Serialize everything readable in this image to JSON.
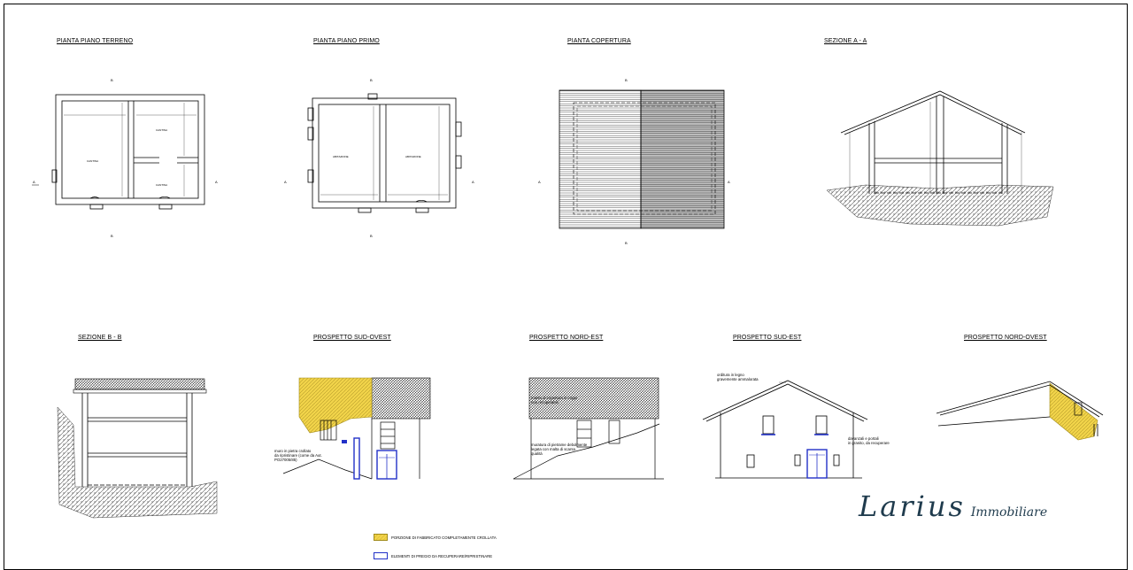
{
  "titles": {
    "ground_floor": "PIANTA PIANO TERRENO",
    "first_floor": "PIANTA PIANO PRIMO",
    "roof": "PIANTA COPERTURA",
    "section_aa": "SEZIONE A - A",
    "section_bb": "SEZIONE B - B",
    "elev_sw": "PROSPETTO SUD-OVEST",
    "elev_ne": "PROSPETTO NORD-EST",
    "elev_se": "PROSPETTO SUD-EST",
    "elev_nw": "PROSPETTO NORD-OVEST"
  },
  "rooms": {
    "cantina": "CANTINA",
    "abitazione": "ABITAZIONE"
  },
  "markers": {
    "a": "A",
    "b": "B"
  },
  "notes": {
    "sw_wall": [
      "muro in pietra crollato",
      "da ripristinare (come da Aut.",
      "PO27005/85)"
    ],
    "ne_roof": [
      "manto di copertura in coppi",
      "non recuperabili"
    ],
    "ne_wall": [
      "muratura di pietrame debolmente",
      "legata con malta di scarsa",
      "qualità"
    ],
    "se_roof": [
      "orditura in legno",
      "gravemente ammalorata"
    ],
    "se_door": [
      "davanzali e portali",
      "in granito, da recuperare"
    ]
  },
  "legend": [
    {
      "label": "PORZIONE DI FABBRICATO COMPLETAMENTE CROLLATA",
      "fill": "#f2d44a",
      "border": "#a08a1a"
    },
    {
      "label": "ELEMENTI DI PREGIO DA RECUPERARE/RIPRISTINARE",
      "fill": "#ffffff",
      "border": "#2231c8"
    }
  ],
  "brand": {
    "name": "Larius",
    "sub": "Immobiliare"
  },
  "colors": {
    "collapsed": "#f2d44a",
    "precious": "#2231c8",
    "ink": "#000000"
  }
}
